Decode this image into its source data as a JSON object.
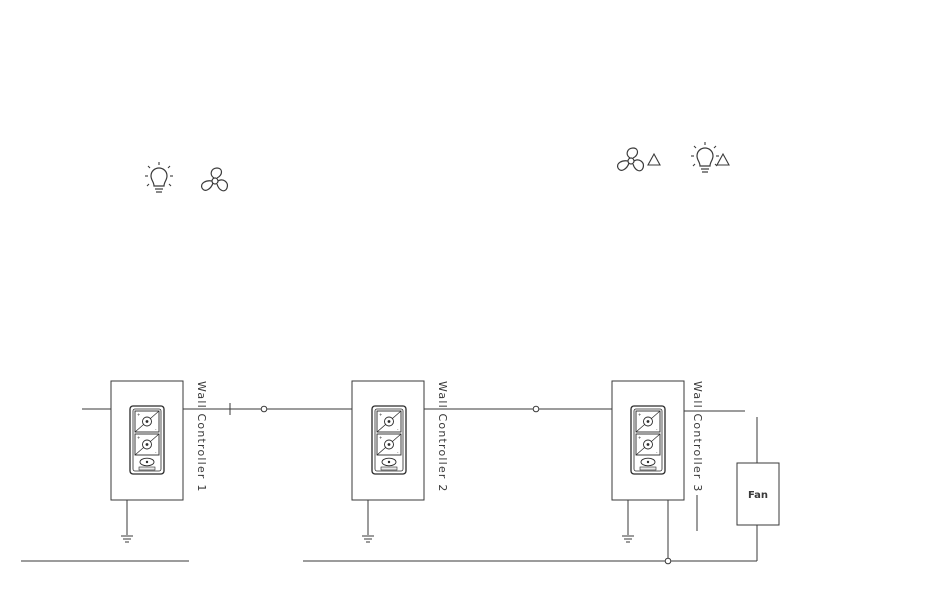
{
  "controllers": [
    {
      "label": "Wall Controller 1"
    },
    {
      "label": "Wall Controller 2"
    },
    {
      "label": "Wall Controller 3"
    }
  ],
  "fan": {
    "label": "Fan"
  },
  "icons": {
    "left": [
      "light-bulb-icon",
      "fan-icon"
    ],
    "right": [
      "fan-icon",
      "triangle-icon",
      "light-bulb-icon",
      "triangle-icon"
    ]
  },
  "colors": {
    "stroke": "#3a3a3a",
    "background": "#ffffff"
  }
}
